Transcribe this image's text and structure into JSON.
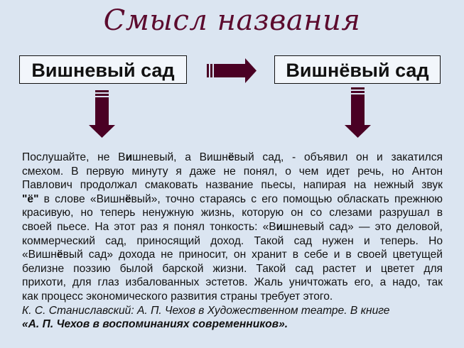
{
  "title": "Смысл названия",
  "box_left": "Вишневый сад",
  "box_right": "Вишнёвый сад",
  "colors": {
    "accent": "#4a0024",
    "background": "#dbe5f1"
  },
  "lines": [
    [
      {
        "t": "Послушайте, не В"
      },
      {
        "t": "и",
        "b": true
      },
      {
        "t": "шневый, а Вишн"
      },
      {
        "t": "ё",
        "b": true
      },
      {
        "t": "вый сад, - объявил он и закатился"
      }
    ],
    [
      {
        "t": "смехом. В первую минуту я даже не понял, о чем идет речь, но Антон"
      }
    ],
    [
      {
        "t": "Павлович продолжал смаковать название пьесы, напирая на нежный звук"
      }
    ],
    [
      {
        "t": "\"ё\"",
        "b": true
      },
      {
        "t": " в слове «Вишн"
      },
      {
        "t": "ё",
        "b": true
      },
      {
        "t": "вый», точно стараясь с его помощью обласкать прежнюю"
      }
    ],
    [
      {
        "t": "красивую, но теперь ненужную жизнь, которую он со слезами разрушал в"
      }
    ],
    [
      {
        "t": "своей пьесе. На этот раз я понял тонкость: «В"
      },
      {
        "t": "и",
        "b": true
      },
      {
        "t": "шневый сад» — это деловой,"
      }
    ],
    [
      {
        "t": "коммерческий сад, приносящий доход. Такой сад нужен и теперь. Но"
      }
    ],
    [
      {
        "t": "«Вишн"
      },
      {
        "t": "ё",
        "b": true
      },
      {
        "t": "вый сад» дохода не приносит, он хранит в себе и в своей цветущей"
      }
    ],
    [
      {
        "t": "белизне поэзию былой барской жизни. Такой сад растет и цветет для"
      }
    ],
    [
      {
        "t": "прихоти, для глаз избалованных эстетов. Жаль уничтожать его, а надо, так"
      }
    ],
    [
      {
        "t": "как процесс экономического развития страны требует этого."
      }
    ]
  ],
  "source": "К. С. Станиславский: А. П. Чехов в Художественном театре. В книге",
  "book": "«А. П. Чехов в воспоминаниях современников»."
}
